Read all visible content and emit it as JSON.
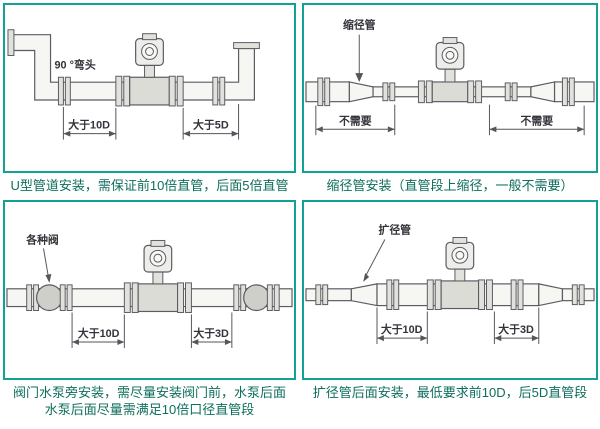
{
  "colors": {
    "panel_border": "#12a192",
    "caption_text": "#0d6e5b"
  },
  "panels": {
    "u_pipe": {
      "elbow_label": "90 °弯头",
      "dim_before": "大于10D",
      "dim_after": "大于5D",
      "caption": "U型管道安装，需保证前10倍直管，后面5倍直管"
    },
    "reducer": {
      "part_label": "缩径管",
      "note_before": "不需要",
      "note_after": "不需要",
      "caption": "缩径管安装（直管段上缩径，一般不需要）"
    },
    "valve_pump": {
      "part_label": "各种阀",
      "dim_before": "大于10D",
      "dim_after": "大于3D",
      "caption_line1": "阀门水泵旁安装，需尽量安装阀门前，水泵后面",
      "caption_line2": "水泵后面尽量需满足10倍口径直管段"
    },
    "expander": {
      "part_label": "扩径管",
      "dim_before": "大于10D",
      "dim_after": "大于3D",
      "caption": "扩径管后面安装，最低要求前10D，后5D直管段"
    }
  }
}
